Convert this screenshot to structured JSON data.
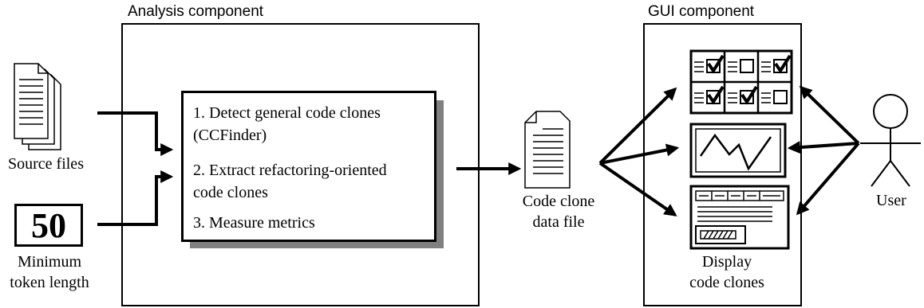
{
  "analysis": {
    "title": "Analysis component",
    "steps": [
      "1. Detect general code clones",
      "(CCFinder)",
      "2. Extract refactoring-oriented",
      "code clones",
      "3. Measure metrics"
    ]
  },
  "gui": {
    "title": "GUI component",
    "display_label_line1": "Display",
    "display_label_line2": "code clones"
  },
  "inputs": {
    "source_files_label": "Source files",
    "min_token_value": "50",
    "min_token_label_line1": "Minimum",
    "min_token_label_line2": "token length"
  },
  "output": {
    "label_line1": "Code clone",
    "label_line2": "data file"
  },
  "actor": {
    "label": "User"
  },
  "icons": {
    "source_files": "document-stack-icon",
    "data_file": "document-icon",
    "table_view": "checkbox-grid-icon",
    "graph_view": "line-graph-icon",
    "code_view": "code-list-icon",
    "user": "stick-figure-icon"
  }
}
